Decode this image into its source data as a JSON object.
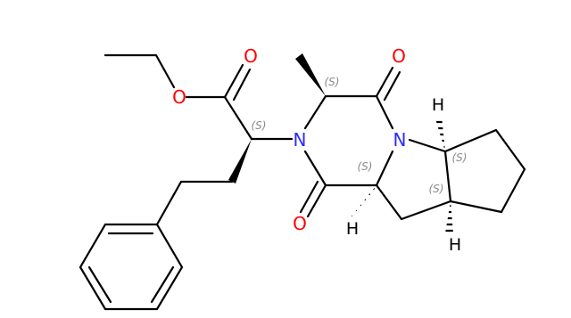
{
  "colors": {
    "bond": "#000000",
    "oxygen": "#ff0000",
    "nitrogen": "#2b2bff",
    "hydrogen": "#000000",
    "stereo_label": "#8a8a8a"
  },
  "atoms": {
    "o_ester_carbonyl": "O",
    "o_ester": "O",
    "n_left": "N",
    "n_right": "N",
    "o_upper": "O",
    "o_lower": "O",
    "h_top": "H",
    "h_left": "H",
    "h_bottom": "H"
  },
  "stereo_labels": {
    "alpha_carbon": "(S)",
    "methyl_carbon": "(S)",
    "ring_junction_left": "(S)",
    "ring_junction_top": "(S)",
    "ring_junction_bottom": "(S)"
  }
}
